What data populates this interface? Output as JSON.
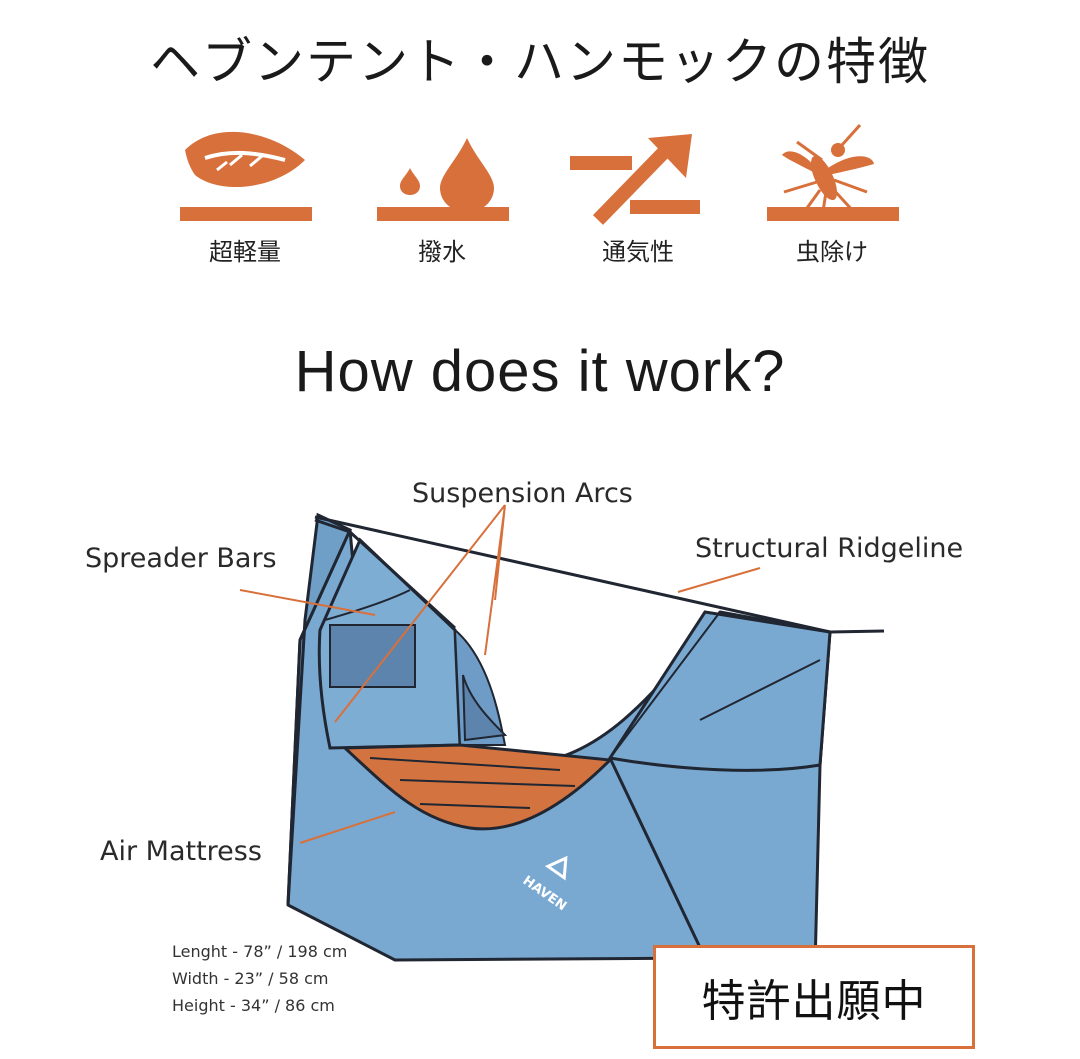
{
  "title": "ヘブンテント・ハンモックの特徴",
  "features": [
    {
      "label": "超軽量",
      "icon": "leaf-icon"
    },
    {
      "label": "撥水",
      "icon": "water-drop-icon"
    },
    {
      "label": "通気性",
      "icon": "airflow-arrow-icon"
    },
    {
      "label": "虫除け",
      "icon": "mosquito-icon"
    }
  ],
  "subtitle": "How does it work?",
  "callouts": {
    "suspension_arcs": "Suspension Arcs",
    "spreader_bars": "Spreader Bars",
    "structural_ridgeline": "Structural Ridgeline",
    "air_mattress": "Air Mattress"
  },
  "brand": "HAVEN",
  "dimensions": [
    "Lenght - 78” / 198 cm",
    "Width - 23” / 58 cm",
    "Height - 34” / 86 cm"
  ],
  "badge": "特許出願中",
  "colors": {
    "accent": "#d8703b",
    "hammock_blue": "#79a9d1",
    "hammock_dark": "#5e8bb3",
    "mattress": "#d3733f",
    "outline": "#202632"
  }
}
